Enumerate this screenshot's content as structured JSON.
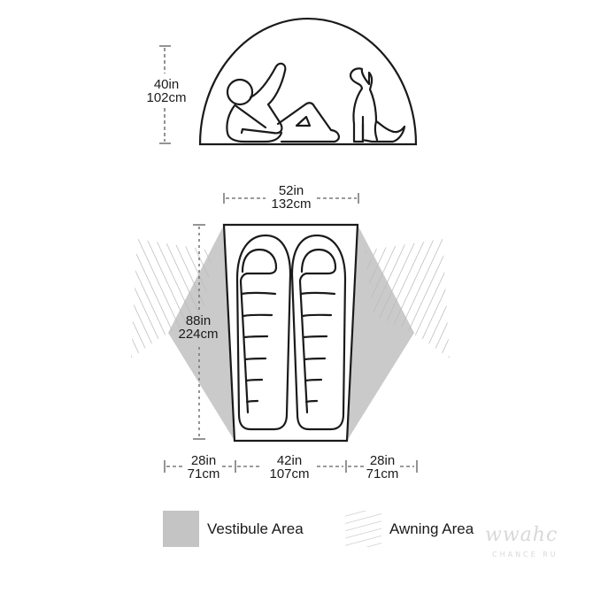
{
  "diagram": {
    "subject": "Two-person tent floor plan with vestibules and awnings",
    "side_view": {
      "height_label_in": "40in",
      "height_label_cm": "102cm",
      "figures": [
        "person-reclining",
        "dog-sitting"
      ]
    },
    "floor_plan": {
      "width_top_in": "52in",
      "width_top_cm": "132cm",
      "length_in": "88in",
      "length_cm": "224cm",
      "bottom_dims": [
        {
          "in": "28in",
          "cm": "71cm"
        },
        {
          "in": "42in",
          "cm": "107cm"
        },
        {
          "in": "28in",
          "cm": "71cm"
        }
      ],
      "sleeping_bags": 2
    },
    "legend": [
      {
        "label": "Vestibule Area",
        "swatch": "solid-gray",
        "color": "#c4c4c4"
      },
      {
        "label": "Awning Area",
        "swatch": "diagonal-hatch",
        "color": "#bdbdbd"
      }
    ],
    "watermark": {
      "line1": "wwahc",
      "line2": "CHANCE RU"
    }
  },
  "colors": {
    "outline": "#1a1a1a",
    "vestibule": "#c6c6c6",
    "hatch": "#b8b8b8",
    "dim_line": "#7a7a7a"
  }
}
